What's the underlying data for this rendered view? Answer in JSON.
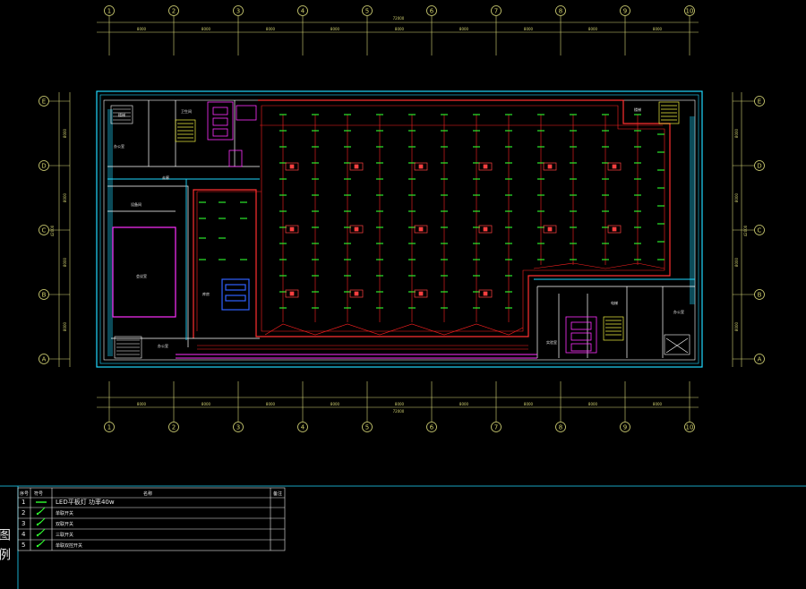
{
  "axes": {
    "columns": [
      "1",
      "2",
      "3",
      "4",
      "5",
      "6",
      "7",
      "8",
      "9",
      "10"
    ],
    "rows": [
      "E",
      "D",
      "C",
      "B",
      "A"
    ],
    "top_total": "72000",
    "bottom_total": "72000",
    "left_total": "42000",
    "right_total": "42000",
    "top_spans": [
      "8000",
      "8000",
      "8000",
      "8000",
      "8000",
      "8000",
      "8000",
      "8000",
      "8000"
    ],
    "bottom_spans": [
      "8000",
      "8000",
      "8000",
      "8000",
      "8000",
      "8000",
      "8000",
      "8000",
      "8000"
    ],
    "row_spans": [
      "8000",
      "8000",
      "8000",
      "8000"
    ]
  },
  "rooms": {
    "stair_nw": "楼梯",
    "office_nw": "办公室",
    "corridor": "走廊",
    "wc": "卫生间",
    "equip": "设备间",
    "meeting": "会议室",
    "office_sw": "办公室",
    "store": "库房",
    "elevator": "电梯",
    "stair_ne": "楼梯",
    "office_se": "办公室",
    "lab": "实验室"
  },
  "legend": {
    "vertical_title": "图例",
    "header_no": "序号",
    "header_symbol": "符号",
    "header_name": "名称",
    "header_remark": "备注",
    "rows": [
      {
        "no": "1",
        "name": "LED平板灯 功率40w"
      },
      {
        "no": "2",
        "name": "单联开关"
      },
      {
        "no": "3",
        "name": "双联开关"
      },
      {
        "no": "4",
        "name": "三联开关"
      },
      {
        "no": "5",
        "name": "单联双控开关"
      }
    ]
  },
  "colors": {
    "background": "#000000",
    "grid_yellow": "#d8d878",
    "wall_cyan": "#20d8ff",
    "circuit_red": "#ff2020",
    "fixture_green": "#30ff30",
    "furniture_magenta": "#ff30ff",
    "accent_blue": "#3060ff"
  }
}
